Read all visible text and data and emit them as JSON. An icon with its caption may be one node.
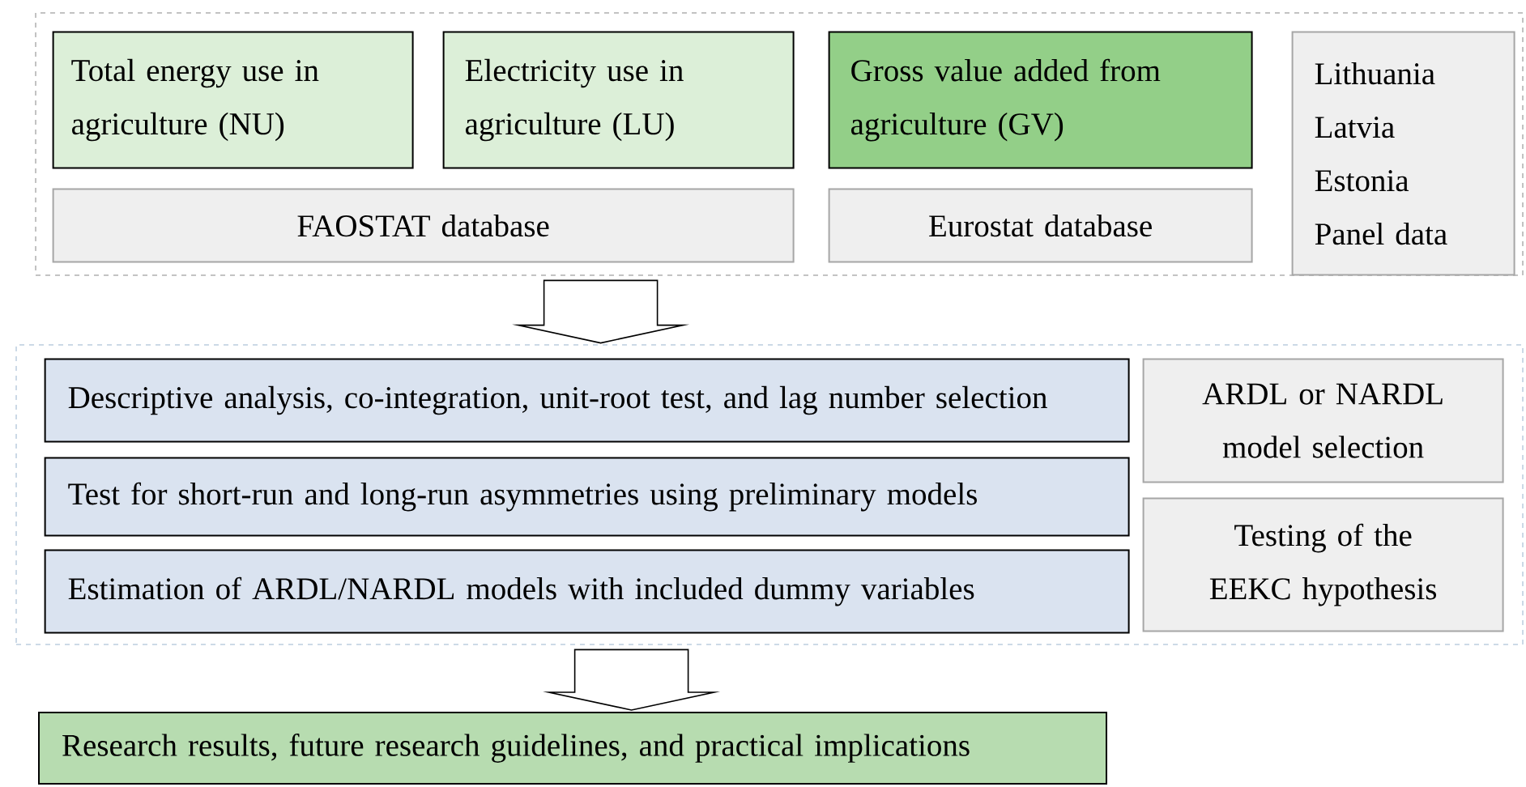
{
  "diagram": {
    "nodes": [
      {
        "text": [],
        "shape": "box"
      },
      {
        "text": [
          "Total energy use in agriculture (NU)"
        ],
        "in": 0
      },
      {
        "text": [
          "Electricity use in agriculture (LU)"
        ],
        "in": 0
      },
      {
        "text": [
          "Gross value added from agriculture (GV)"
        ],
        "in": 0
      },
      {
        "text": [
          "Lithuania",
          "Latvia",
          "Estonia",
          "Panel data"
        ],
        "in": 0
      },
      {
        "text": [
          "FAOSTAT database"
        ],
        "in": 0
      },
      {
        "text": [
          "Eurostat database"
        ],
        "in": 0
      },
      {
        "text": [],
        "shape": "box"
      },
      {
        "text": [
          "Descriptive analysis, co-integration, unit-root test, and lag number selection"
        ],
        "in": 7
      },
      {
        "text": [
          "Test for short-run and long-run asymmetries using preliminary models"
        ],
        "in": 7
      },
      {
        "text": [
          "Estimation of ARDL/NARDL models with included dummy variables"
        ],
        "in": 7
      },
      {
        "text": [
          "ARDL or NARDL model selection"
        ],
        "in": 7
      },
      {
        "text": [
          "Testing of the EEKC hypothesis"
        ],
        "in": 7
      },
      {
        "text": [
          "Research results, future research guidelines, and practical implications"
        ]
      }
    ],
    "edges": [
      {
        "from": 0,
        "to": 7,
        "arrow": "to"
      },
      {
        "from": 7,
        "to": 13,
        "arrow": "to"
      }
    ]
  }
}
